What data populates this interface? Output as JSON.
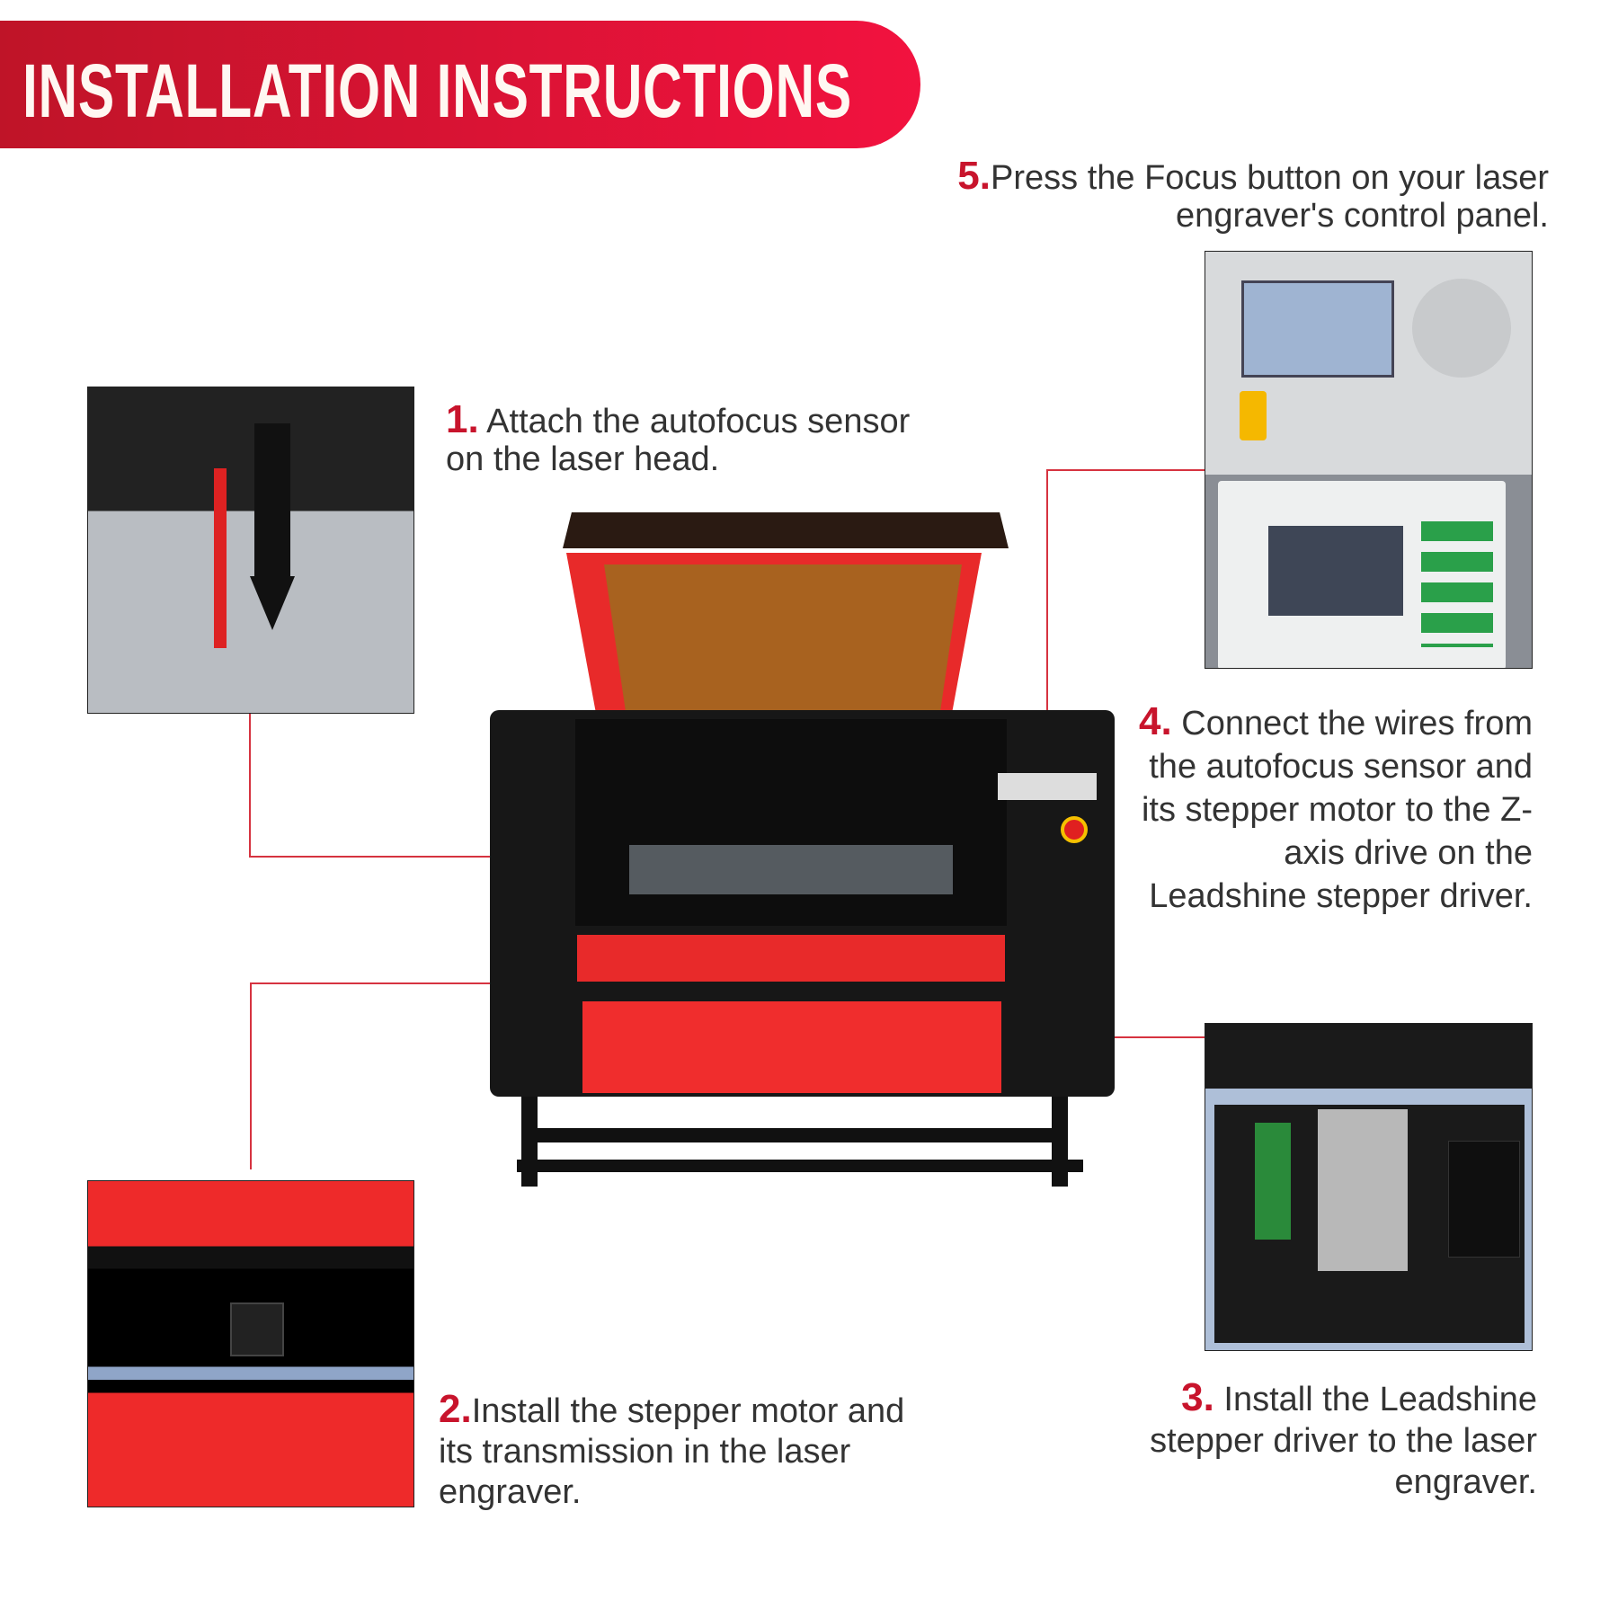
{
  "header": {
    "title": "INSTALLATION INSTRUCTIONS"
  },
  "steps": [
    {
      "num": "1.",
      "text": "Attach the autofocus sensor on the laser head."
    },
    {
      "num": "2.",
      "text": "Install the stepper motor and its transmission in the laser engraver."
    },
    {
      "num": "3.",
      "text": "Install the Leadshine stepper driver to the laser engraver."
    },
    {
      "num": "4.",
      "text": "Connect the wires from the autofocus sensor and its stepper motor to the Z-axis drive on the Leadshine stepper driver."
    },
    {
      "num": "5.",
      "text": "Press the Focus button on your laser engraver's control panel."
    }
  ],
  "colors": {
    "accent": "#c8142c",
    "banner_start": "#bf1428",
    "banner_end": "#f2123f",
    "machine_red": "#e82a2a"
  }
}
